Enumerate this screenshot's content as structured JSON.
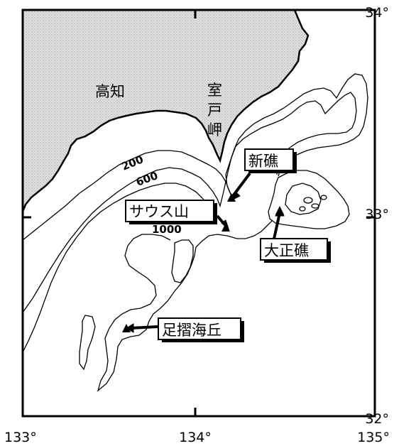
{
  "axes": {
    "lon_ticks": [
      "133°",
      "134°",
      "135°"
    ],
    "lat_ticks": [
      "34°",
      "33°",
      "32°"
    ]
  },
  "land_labels": {
    "kochi": "高知",
    "muroto": [
      "室",
      "戸",
      "岬"
    ]
  },
  "contours": [
    "200",
    "600",
    "1000"
  ],
  "features": {
    "shinbae": "新礁",
    "sausu": "サウス山",
    "taisho": "大正礁",
    "ashizuri": "足摺海丘"
  },
  "colors": {
    "land_fill": "#dcdcdc",
    "line": "#000000"
  }
}
